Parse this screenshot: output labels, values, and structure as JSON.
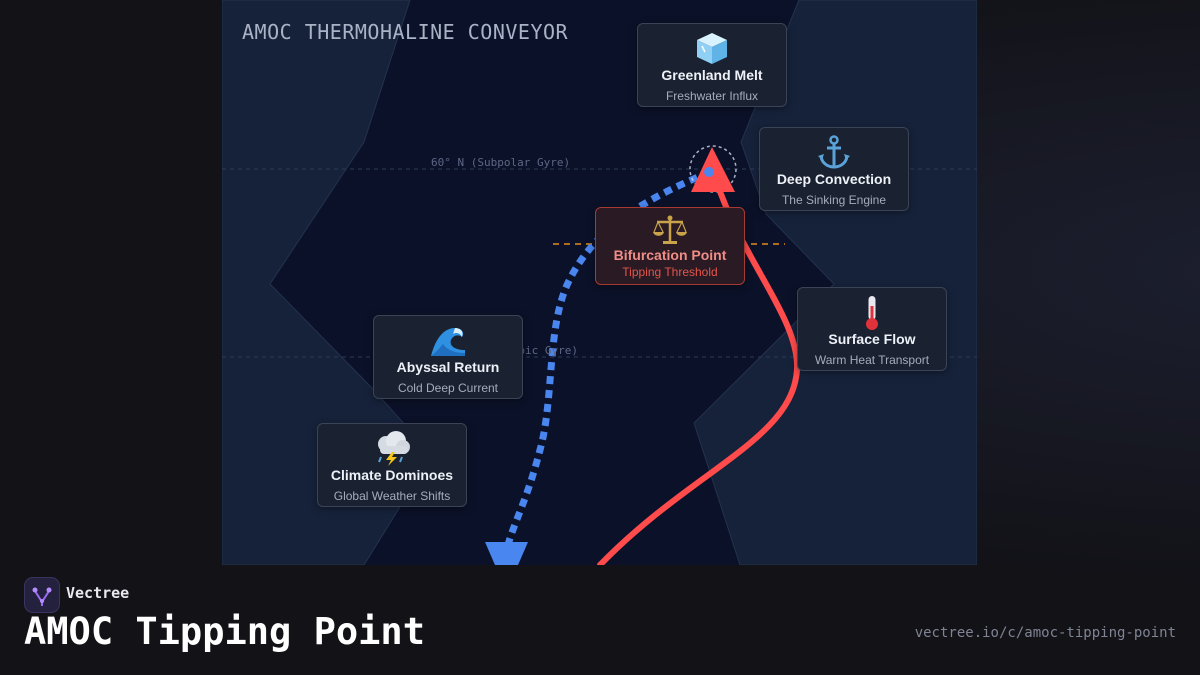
{
  "diagram": {
    "title": "AMOC THERMOHALINE CONVEYOR",
    "latitudes": [
      {
        "label": "60° N (Subpolar Gyre)"
      },
      {
        "label": "(Subtropic Gyre)"
      }
    ],
    "cards": [
      {
        "id": "greenland",
        "title": "Greenland Melt",
        "subtitle": "Freshwater Influx",
        "icon": "ice-cube-icon"
      },
      {
        "id": "deep",
        "title": "Deep Convection",
        "subtitle": "The Sinking Engine",
        "icon": "anchor-icon"
      },
      {
        "id": "bifurcation",
        "title": "Bifurcation Point",
        "subtitle": "Tipping Threshold",
        "icon": "balance-scale-icon"
      },
      {
        "id": "surface",
        "title": "Surface Flow",
        "subtitle": "Warm Heat Transport",
        "icon": "thermometer-icon"
      },
      {
        "id": "abyssal",
        "title": "Abyssal Return",
        "subtitle": "Cold Deep Current",
        "icon": "wave-icon"
      },
      {
        "id": "climate",
        "title": "Climate Dominoes",
        "subtitle": "Global Weather Shifts",
        "icon": "storm-cloud-icon"
      }
    ],
    "colors": {
      "warm_flow": "#ff4b4b",
      "cold_flow": "#4a86f0",
      "threshold": "#e38b1c",
      "background": "#0b1128"
    }
  },
  "footer": {
    "brand": "Vectree",
    "title": "AMOC Tipping Point",
    "url": "vectree.io/c/amoc-tipping-point"
  }
}
